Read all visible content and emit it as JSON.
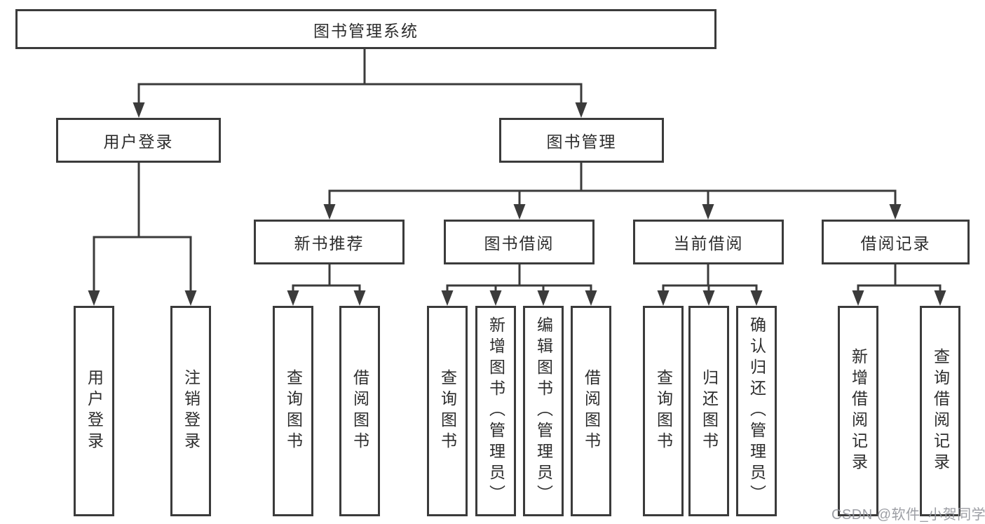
{
  "diagram": {
    "root": {
      "label": "图书管理系统"
    },
    "branches": [
      {
        "label": "用户登录",
        "children": [
          {
            "label": "用户登录"
          },
          {
            "label": "注销登录"
          }
        ]
      },
      {
        "label": "图书管理",
        "children": [
          {
            "label": "新书推荐",
            "children": [
              {
                "label": "查询图书"
              },
              {
                "label": "借阅图书"
              }
            ]
          },
          {
            "label": "图书借阅",
            "children": [
              {
                "label": "查询图书"
              },
              {
                "label": "新增图书（管理员）"
              },
              {
                "label": "编辑图书（管理员）"
              },
              {
                "label": "借阅图书"
              }
            ]
          },
          {
            "label": "当前借阅",
            "children": [
              {
                "label": "查询图书"
              },
              {
                "label": "归还图书"
              },
              {
                "label": "确认归还（管理员）"
              }
            ]
          },
          {
            "label": "借阅记录",
            "children": [
              {
                "label": "新增借阅记录"
              },
              {
                "label": "查询借阅记录"
              }
            ]
          }
        ]
      }
    ]
  },
  "watermark": {
    "text": "CSDN @软件_小贺同学"
  },
  "colors": {
    "line": "#3b3b3b",
    "text": "#2d2d2d",
    "background": "#ffffff",
    "watermark": "#94969c"
  }
}
